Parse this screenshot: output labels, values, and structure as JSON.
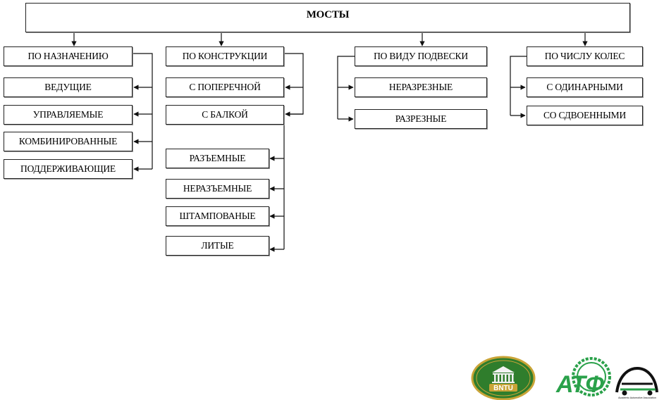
{
  "title": "МОСТЫ",
  "categories": [
    {
      "header": "ПО  НАЗНАЧЕНИЮ",
      "items": [
        "ВЕДУЩИЕ",
        "УПРАВЛЯЕМЫЕ",
        "КОМБИНИРОВАННЫЕ",
        "ПОДДЕРЖИВАЮЩИЕ"
      ]
    },
    {
      "header": "ПО  КОНСТРУКЦИИ",
      "items": [
        "С ПОПЕРЕЧНОЙ",
        "С БАЛКОЙ"
      ],
      "subitems": [
        "РАЗЪЕМНЫЕ",
        "НЕРАЗЪЕМНЫЕ",
        "ШТАМПОВАНЫЕ",
        "ЛИТЫЕ"
      ]
    },
    {
      "header": "ПО ВИДУ ПОДВЕСКИ",
      "items": [
        "НЕРАЗРЕЗНЫЕ",
        "РАЗРЕЗНЫЕ"
      ]
    },
    {
      "header": "ПО  ЧИСЛУ КОЛЕС",
      "items": [
        "С ОДИНАРНЫМИ",
        "СО СДВОЕННЫМИ"
      ]
    }
  ],
  "logos": {
    "bntu_text": "BNTU",
    "atf_text": "АТФ",
    "aaa_text": "Academic Automotive Association",
    "colors": {
      "bntu_green": "#2f7d2c",
      "bntu_gold": "#c9a437",
      "atf_green": "#2aa14a"
    }
  }
}
